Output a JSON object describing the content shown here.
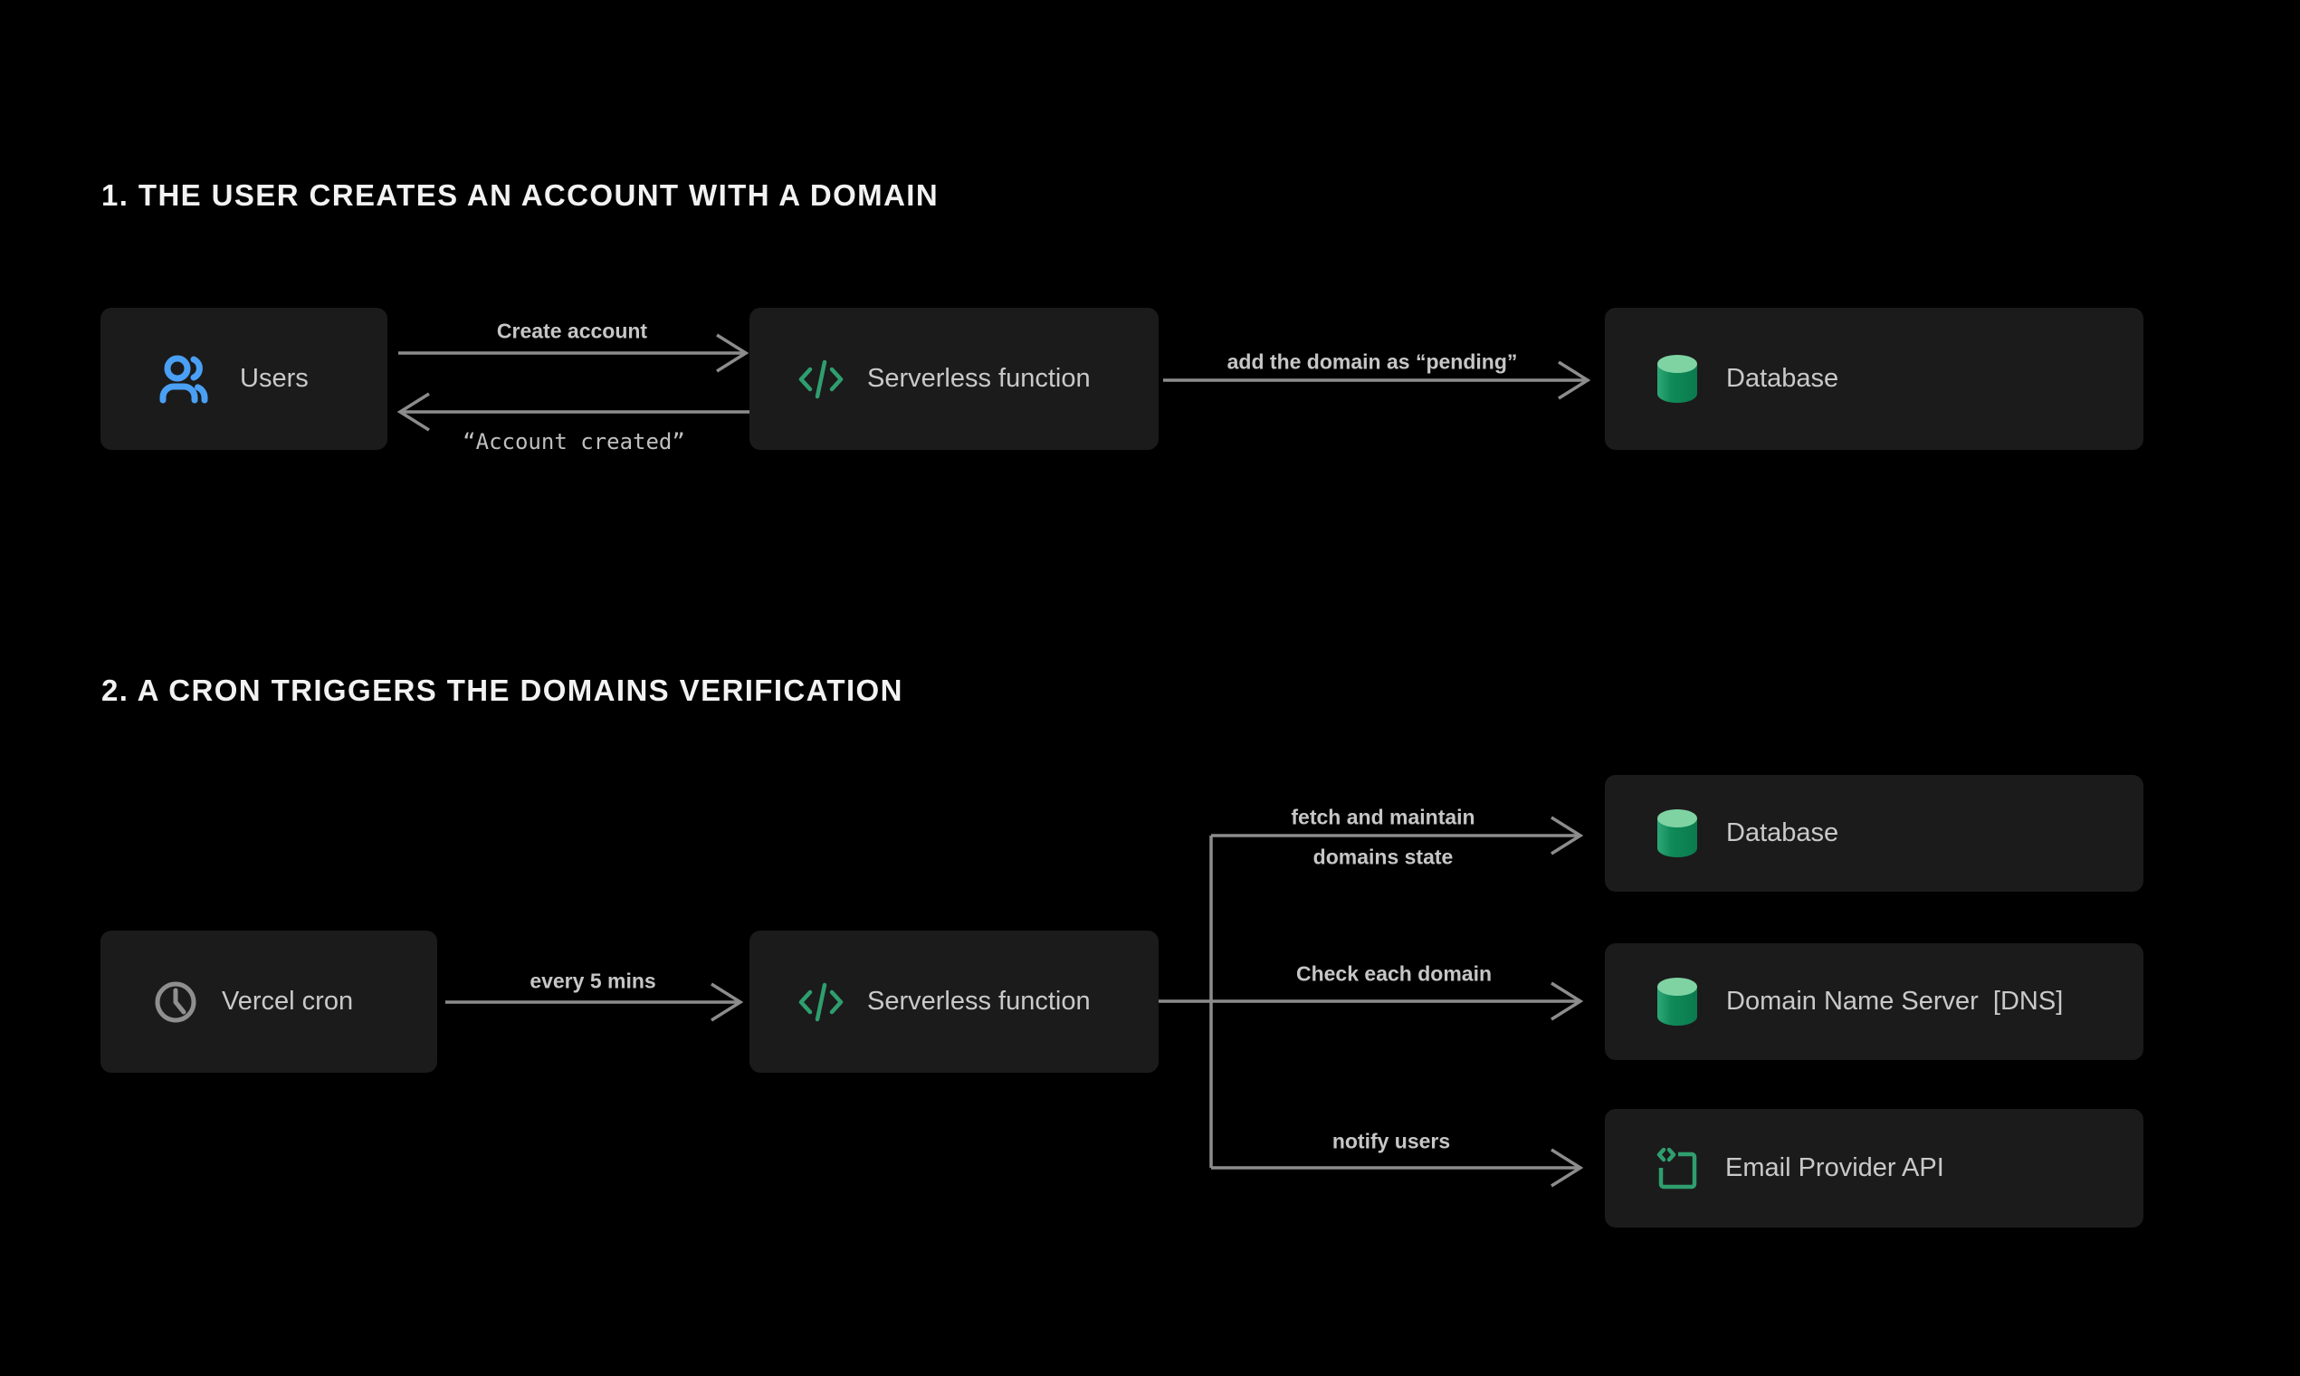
{
  "colors": {
    "background": "#000000",
    "box_background": "#1b1b1b",
    "line_gray": "#8c8c8c",
    "title_text": "#f2f2f2",
    "node_text": "#c9c9c9",
    "edge_label_text": "#c6c6c6",
    "users_blue": "#4aa0f4",
    "accent_green": "#2f9e6e",
    "database_top_green": "#7fd3a3",
    "database_body_green": "#0e8a58"
  },
  "section1": {
    "title": "1. THE USER CREATES AN ACCOUNT WITH A DOMAIN",
    "nodes": {
      "users": {
        "label": "Users",
        "icon": "users-icon"
      },
      "serverless": {
        "label": "Serverless function",
        "icon": "code-icon"
      },
      "database": {
        "label": "Database",
        "icon": "database-icon"
      }
    },
    "edges": {
      "create_account": {
        "label": "Create account"
      },
      "account_created": {
        "label": "“Account created”"
      },
      "add_domain": {
        "label": "add the domain as “pending”"
      }
    }
  },
  "section2": {
    "title": "2. A CRON TRIGGERS THE DOMAINS VERIFICATION",
    "nodes": {
      "cron": {
        "label": "Vercel cron",
        "icon": "clock-icon"
      },
      "serverless": {
        "label": "Serverless function",
        "icon": "code-icon"
      },
      "database": {
        "label": "Database",
        "icon": "database-icon"
      },
      "dns": {
        "label": "Domain Name Server  [DNS]",
        "icon": "database-icon"
      },
      "email": {
        "label": "Email Provider API",
        "icon": "template-icon"
      }
    },
    "edges": {
      "every_5_mins": {
        "label": "every 5 mins"
      },
      "fetch_line1": {
        "label": "fetch and maintain"
      },
      "fetch_line2": {
        "label": "domains state"
      },
      "check_domain": {
        "label": "Check each domain"
      },
      "notify_users": {
        "label": "notify users"
      }
    }
  }
}
